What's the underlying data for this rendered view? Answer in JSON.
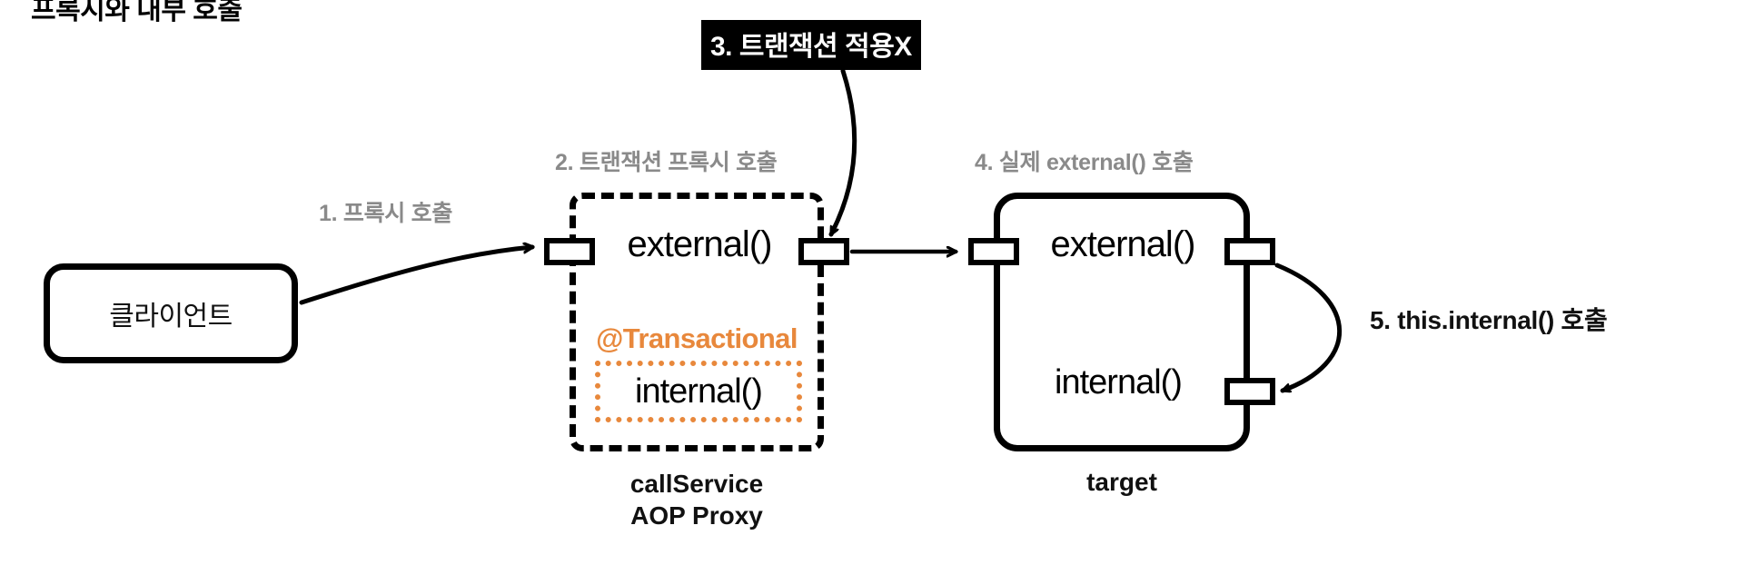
{
  "page": {
    "title": "프록시와 내부 호출",
    "accent_orange": "#e8883c",
    "label_gray": "#8a8a8a",
    "stroke_black": "#000000",
    "background": "#ffffff"
  },
  "steps": [
    {
      "id": "step1",
      "label": "1. 프록시 호출",
      "style": "gray"
    },
    {
      "id": "step2",
      "label": "2. 트랜잭션 프록시 호출",
      "style": "gray"
    },
    {
      "id": "step3",
      "label": "3. 트랜잭션 적용X",
      "style": "inverted"
    },
    {
      "id": "step4",
      "label": "4. 실제 external() 호출",
      "style": "gray"
    },
    {
      "id": "step5",
      "label": "5. this.internal() 호출",
      "style": "dark"
    }
  ],
  "nodes": {
    "client": {
      "label": "클라이언트"
    },
    "proxy": {
      "external_method": "external()",
      "annotation": "@Transactional",
      "internal_method": "internal()",
      "caption_line1": "callService",
      "caption_line2": "AOP Proxy"
    },
    "target": {
      "external_method": "external()",
      "internal_method": "internal()",
      "caption": "target"
    }
  },
  "ports": {
    "proxy_left": "proxy-external-in-port",
    "proxy_right": "proxy-external-out-port",
    "target_left": "target-external-in-port",
    "target_right": "target-external-out-port",
    "target_internal_right": "target-internal-in-port"
  },
  "connectors": [
    {
      "id": "client-to-proxy",
      "from": "client",
      "to": "proxy-external-in-port",
      "step": "1"
    },
    {
      "id": "proxy-to-target",
      "from": "proxy-external-out-port",
      "to": "target-external-in-port",
      "step": "2 / 4"
    },
    {
      "id": "no-transaction-pointer",
      "from": "step3-label",
      "to": "proxy-external-out-port",
      "step": "3"
    },
    {
      "id": "self-invocation",
      "from": "target-external-out-port",
      "to": "target-internal-in-port",
      "step": "5"
    }
  ]
}
